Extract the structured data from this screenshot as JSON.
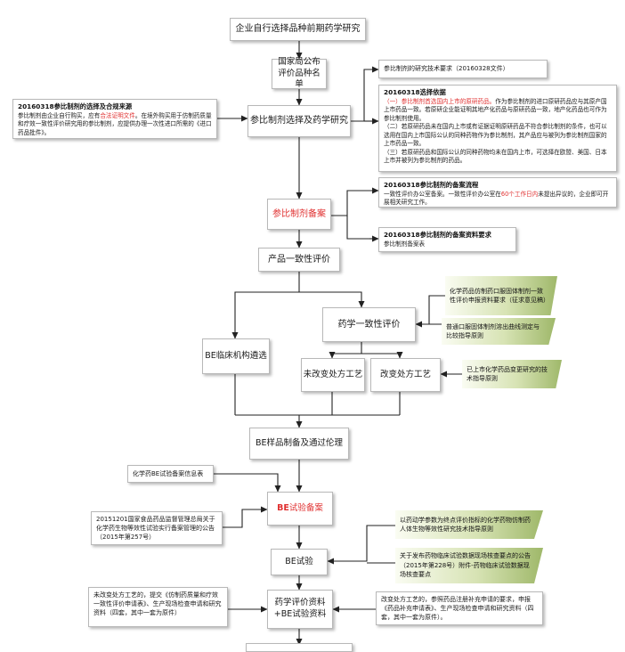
{
  "nodes": {
    "start": "企业自行选择品种前期药学研究",
    "cfda_list": "国家局公布评价品种名单",
    "ref_select": "参比制剂选择及药学研究",
    "ref_filing": "参比制剂备案",
    "product_eval": "产品一致性评价",
    "pharm_eval": "药学一致性评价",
    "be_site": "BE临床机构遴选",
    "unchanged": "未改变处方工艺",
    "changed": "改变处方工艺",
    "be_prep": "BE样品制备及通过伦理",
    "be_filing_pre": "BE",
    "be_filing_post": "试验备案",
    "be_trial": "BE试验",
    "submission": "药学评价资料+BE试验资料"
  },
  "notes": {
    "tech_req": "参比制剂的研究技术要求（20160328文件）",
    "basis": {
      "title": "20160318选择依据",
      "line1": "（一）参比制剂首选国内上市的原研药品。",
      "line1_rest": "作为参比制剂的进口原研药品应与其原产国上市药品一致。若原研企业能证明其地产化药品与原研药品一致，地产化药品也可作为参比制剂使用。",
      "line2": "（二）若原研药品未在国内上市或有证据证明原研药品不符合参比制剂的条件，也可以选用在国内上市国际公认的同种药物作为参比制剂，其产品应与被列为参比制剂国家的上市药品一致。",
      "line3": "（三）若原研药品和国际公认的同种药物均未在国内上市，可选择在欧盟、美国、日本上市并被列为参比制剂的药品。"
    },
    "source": {
      "title": "20160318参比制剂的选择及合规来源",
      "pre": "参比制剂由企业自行购买，应有",
      "red": "合法证明文件",
      "post": "。在境外购买用于仿制药质量和疗效一致性评价研究用的参比制剂，应提供办理一次性进口所需的《进口药品批件》。"
    },
    "filing_flow": {
      "title": "20160318参比制剂的备案流程",
      "pre": "一致性评价办公室备案。一致性评价办公室在",
      "red": "60个工作日内",
      "post": "未提出异议的，企业即可开展相关研究工作。"
    },
    "filing_docs": {
      "title": "20160318参比制剂的备案资料要求",
      "line": "参比制剂备案表"
    },
    "be_info": "化学药BE试验备案信息表",
    "announcement": "20151201国家食品药品监督管理总局关于化学药生物等效性试验实行备案管理的公告（2015年第257号）",
    "unchanged_submit": "未改变处方工艺的，提交《仿制药质量和疗效一致性评价申请表》、生产现场检查申请和研究资料（四套，其中一套为原件）",
    "changed_submit": "改变处方工艺的，参照药品注册补充申请的要求，申报《药品补充申请表》、生产现场检查申请和研究资料（四套，其中一套为原件）。"
  },
  "guides": {
    "g1": "化学药品仿制药口服固体制剂一致性评价申报资料要求（征求意见稿）",
    "g2": "普通口服固体制剂溶出曲线测定与比较指导原则",
    "g3": "已上市化学药品变更研究的技术指导原则",
    "g4": "以药动学参数为终点评价指标的化学药物仿制药人体生物等效性研究技术指导原则",
    "g5": "关于发布药物临床试验数据现场核查要点的公告（2015年第228号）附件-药物临床试验数据现场核查要点"
  },
  "colors": {
    "accent_red": "#e03030",
    "guide_green": "#9fb86a",
    "line": "#222222"
  }
}
